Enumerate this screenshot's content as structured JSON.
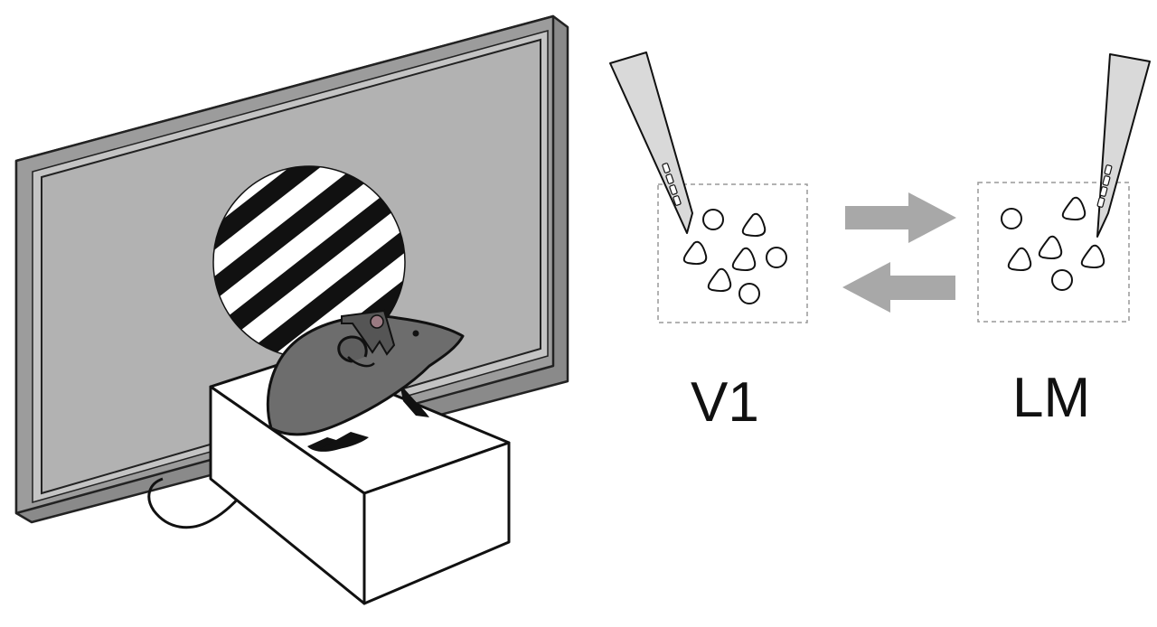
{
  "labels": {
    "area_left": "V1",
    "area_right": "LM"
  },
  "colors": {
    "monitor_frame": "#9a9a9a",
    "monitor_screen": "#b2b2b2",
    "grating_dark": "#111111",
    "mouse_body": "#6d6d6d",
    "arrow": "#a8a8a8",
    "probe": "#d9d9d9",
    "box_border": "#999999",
    "line": "#111111"
  },
  "icons": {
    "stimulus": "drifting-grating",
    "subject": "head-fixed-mouse",
    "recording": "silicon-probe"
  }
}
